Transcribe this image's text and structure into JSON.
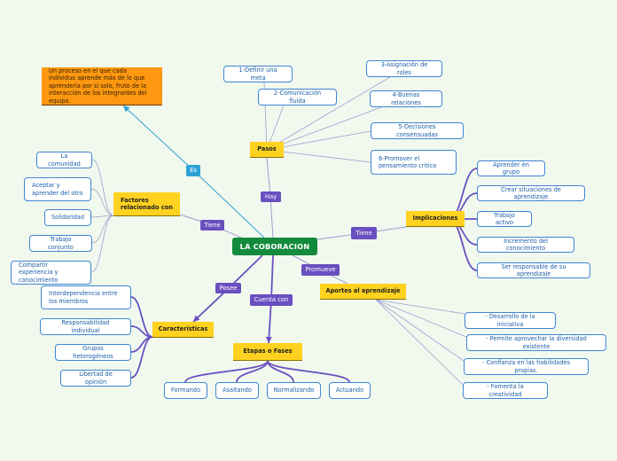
{
  "central": {
    "title": "LA COBORACION"
  },
  "colors": {
    "background": "#f1f8ee",
    "root": "#138a3c",
    "topic": "#ffd21f",
    "definition": "#ff9810",
    "relation_label": "#6a4fc0",
    "es_label": "#2da3d5",
    "leaf_border": "#3f86d3",
    "leaf_text": "#1b5ea8",
    "connector": "#6a4fc0"
  },
  "definition": {
    "relation": "Es",
    "text": "Un proceso en el que cada individuo aprende más de lo que aprendería por sí solo, fruto de la interacción de los integrantes del equipo."
  },
  "pasos": {
    "relation": "Hay",
    "title": "Pasos",
    "items": [
      "1-Definir una meta",
      "2-Comunicación fluida",
      "3-Asignación de roles",
      "4-Buenas relaciones",
      "5-Decisiones consensuadas",
      "6-Promover el pensamiento critico"
    ]
  },
  "factores": {
    "relation": "Tiene",
    "title": "Factores relacionado con",
    "items": [
      "La comunidad",
      "Aceptar y aprender del otro",
      "Solidaridad",
      "Trabajo conjunto",
      "Compartir experiencia y conocimiento"
    ]
  },
  "implicaciones": {
    "relation": "Tiene",
    "title": "Implicaciones",
    "items": [
      "Aprender en grupo",
      "Crear situaciones de aprendizaje",
      "Trabajo activo",
      "Incremento del conocimiento",
      "Ser responsable de su aprendizaje"
    ]
  },
  "caracteristicas": {
    "relation": "Posee",
    "title": "Características",
    "items": [
      "Interdependencia entre los miembros",
      "Responsabilidad individual",
      "Grupos heterogéneos",
      "Libertad de opinión"
    ]
  },
  "etapas": {
    "relation": "Cuenta con",
    "title": "Etapas o Fases",
    "items": [
      "Formando",
      "Asaltando",
      "Normalizando",
      "Actuando"
    ]
  },
  "aportes": {
    "relation": "Promueve",
    "title": "Aportes al aprendizaje",
    "items": [
      "- Desarrollo de la iniciativa",
      "- Permite aprovechar la diversidad existente",
      "- Confianza en las habilidades propias.",
      "- Fomenta la creatividad"
    ]
  }
}
